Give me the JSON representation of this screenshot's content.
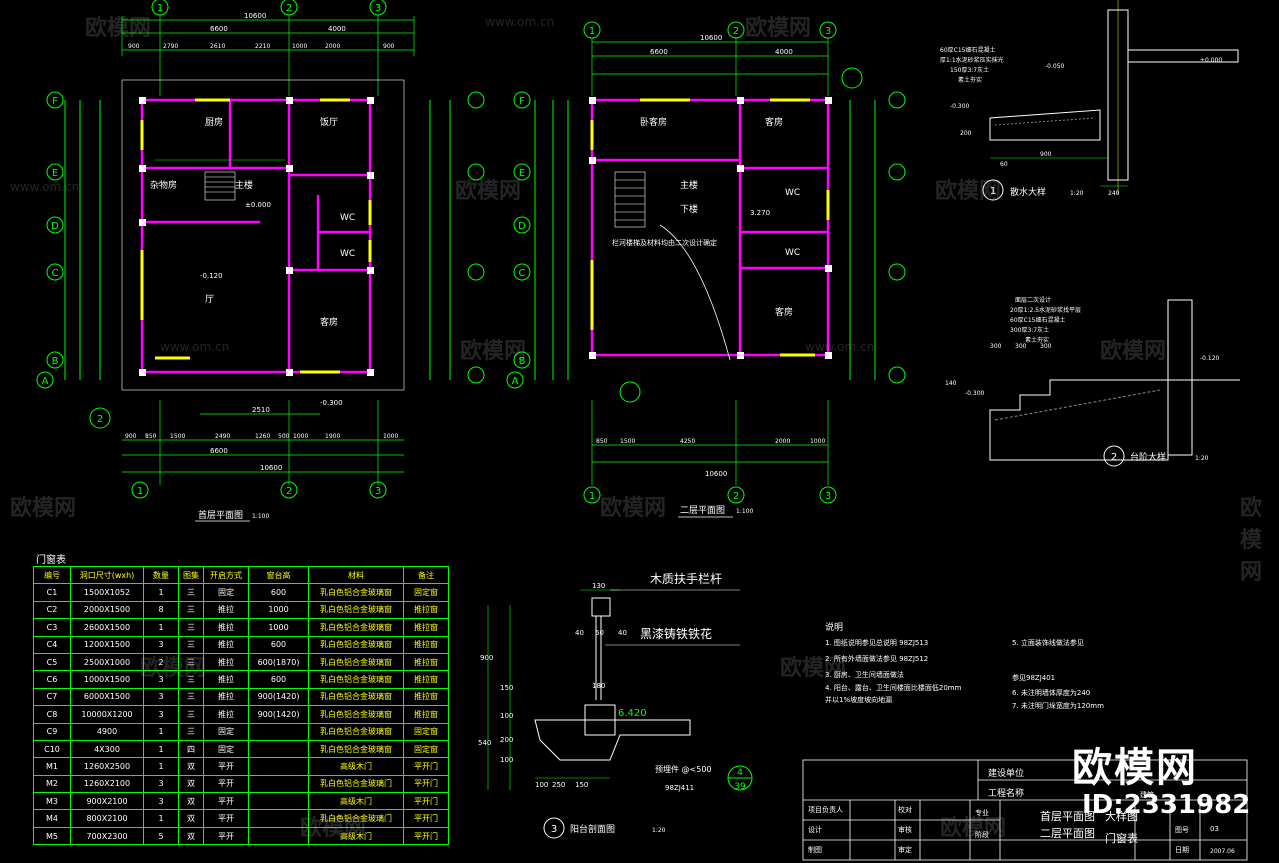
{
  "plans": {
    "first": {
      "title": "首层平面图",
      "scale": "1:100",
      "rooms": [
        "厨房",
        "饭厅",
        "杂物房",
        "主楼",
        "厅",
        "客房",
        "WC",
        "WC"
      ],
      "elev": [
        "±0.000",
        "-0.120",
        "-0.300"
      ],
      "dims_top_total": "10600",
      "dims_top_1": "6600",
      "dims_top_2": "4000",
      "dims_top_row": [
        "900",
        "2790",
        "2610",
        "2210",
        "1000",
        "2000",
        "900"
      ],
      "dims_bottom": [
        "900",
        "850",
        "1500",
        "2490",
        "1260",
        "500",
        "1000",
        "1900",
        "1000"
      ],
      "dims_bottom_1": "6600",
      "dims_bottom_2": "10600",
      "dims_mid": "2510",
      "axes": [
        "1",
        "2",
        "3",
        "F",
        "E",
        "D",
        "C",
        "B",
        "A"
      ],
      "note_label": "2"
    },
    "second": {
      "title": "二层平面图",
      "scale": "1:100",
      "rooms": [
        "卧客房",
        "客房",
        "主楼",
        "下楼",
        "WC",
        "WC",
        "客房"
      ],
      "note": "栏河楼梯及材料均由二次设计确定",
      "elev": "3.270",
      "dims_top_total": "10600",
      "dims_top_1": "6600",
      "dims_top_2": "4000",
      "dims_bottom": [
        "850",
        "1500",
        "4250",
        "2000",
        "1000"
      ],
      "dims_bottom_total": "10600",
      "axes": [
        "1",
        "2",
        "3",
        "F",
        "E",
        "D",
        "C",
        "B",
        "A"
      ]
    }
  },
  "details": {
    "d1": {
      "title": "散水大样",
      "scale": "1:20",
      "num": "1",
      "notes": [
        "60厚C15细石混凝土",
        "厚1:1水泥砂浆压实抹光",
        "150厚3:7灰土",
        "素土夯实"
      ],
      "elev": [
        "±0.000",
        "-0.050",
        "-0.300"
      ],
      "dims": [
        "900",
        "240",
        "60",
        "200"
      ]
    },
    "d2": {
      "title": "台阶大样",
      "scale": "1:20",
      "num": "2",
      "notes": [
        "面层二次设计",
        "20厚1:2.5水泥砂浆找平层",
        "60厚C15细石混凝土",
        "300厚3:7灰土",
        "素土夯实"
      ],
      "elev": [
        "-0.120",
        "-0.300"
      ],
      "dims": [
        "300",
        "300",
        "300",
        "140"
      ]
    },
    "d3": {
      "title": "阳台剖面图",
      "scale": "1:20",
      "num": "3",
      "labels": [
        "木质扶手栏杆",
        "黑漆铸铁铁花",
        "预埋件 @<500"
      ],
      "ref": "98ZJ411",
      "ref_num": "4",
      "ref_sheet": "39",
      "elev": "6.420",
      "dims_v": [
        "900",
        "150",
        "100",
        "200",
        "100",
        "540"
      ],
      "dims_h": [
        "130",
        "40",
        "50",
        "40",
        "180",
        "100",
        "250",
        "150"
      ]
    }
  },
  "notes": {
    "title": "说明",
    "items": [
      "1. 图纸说明参见总说明 98ZJ513",
      "2. 所有外墙面做法参见 98ZJ512",
      "3. 厨房、卫生间墙面做法",
      "4. 阳台、露台、卫生间楼面比楼面低20mm",
      "   并以1%坡度坡向地漏",
      "5. 立面装饰线做法参见",
      "   参见98ZJ401",
      "6. 未注明墙体厚度为240",
      "7. 未注明门垛宽度为120mm"
    ]
  },
  "door_table": {
    "title": "门窗表",
    "headers": [
      "编号",
      "洞口尺寸(wxh)",
      "数量",
      "图集",
      "开启方式",
      "窗台高",
      "材料",
      "备注"
    ],
    "rows": [
      [
        "C1",
        "1500X1052",
        "1",
        "三",
        "固定",
        "600",
        "乳白色铝合金玻璃窗",
        "固定窗"
      ],
      [
        "C2",
        "2000X1500",
        "8",
        "三",
        "推拉",
        "1000",
        "乳白色铝合金玻璃窗",
        "推拉窗"
      ],
      [
        "C3",
        "2600X1500",
        "1",
        "三",
        "推拉",
        "1000",
        "乳白色铝合金玻璃窗",
        "推拉窗"
      ],
      [
        "C4",
        "1200X1500",
        "3",
        "三",
        "推拉",
        "600",
        "乳白色铝合金玻璃窗",
        "推拉窗"
      ],
      [
        "C5",
        "2500X1000",
        "2",
        "三",
        "推拉",
        "600(1870)",
        "乳白色铝合金玻璃窗",
        "推拉窗"
      ],
      [
        "C6",
        "1000X1500",
        "3",
        "三",
        "推拉",
        "600",
        "乳白色铝合金玻璃窗",
        "推拉窗"
      ],
      [
        "C7",
        "6000X1500",
        "3",
        "三",
        "推拉",
        "900(1420)",
        "乳白色铝合金玻璃窗",
        "推拉窗"
      ],
      [
        "C8",
        "10000X1200",
        "3",
        "三",
        "推拉",
        "900(1420)",
        "乳白色铝合金玻璃窗",
        "推拉窗"
      ],
      [
        "C9",
        "4900",
        "1",
        "三",
        "固定",
        "",
        "乳白色铝合金玻璃窗",
        "固定窗"
      ],
      [
        "C10",
        "4X300",
        "1",
        "四",
        "固定",
        "",
        "乳白色铝合金玻璃窗",
        "固定窗"
      ],
      [
        "M1",
        "1260X2500",
        "1",
        "双",
        "平开",
        "",
        "高级木门",
        "平开门"
      ],
      [
        "M2",
        "1260X2100",
        "3",
        "双",
        "平开",
        "",
        "乳白色铝合金玻璃门",
        "平开门"
      ],
      [
        "M3",
        "900X2100",
        "3",
        "双",
        "平开",
        "",
        "高级木门",
        "平开门"
      ],
      [
        "M4",
        "800X2100",
        "1",
        "双",
        "平开",
        "",
        "乳白色铝合金玻璃门",
        "平开门"
      ],
      [
        "M5",
        "700X2300",
        "5",
        "双",
        "平开",
        "",
        "高级木门",
        "平开门"
      ]
    ]
  },
  "title_block": {
    "company": "建设单位",
    "project": "工程名称",
    "items": [
      "项目负责人",
      "设计",
      "制图"
    ],
    "checks": [
      "校对",
      "审核",
      "审定"
    ],
    "drawing_name_1": "首层平面图",
    "drawing_name_2": "二层平面图",
    "drawing_name_3": "大样图",
    "drawing_name_4": "门窗表",
    "sheet_label": "图号",
    "date_label": "日期",
    "date": "2007.06",
    "sheet": "03",
    "dept": "建筑",
    "col": "专业",
    "col2": "阶段"
  },
  "watermark": {
    "brand": "欧模网",
    "url": "www.om.cn",
    "id": "ID:2331982"
  },
  "colors": {
    "wall": "#ff00ff",
    "dim": "#00ff00",
    "axis": "#00ff00",
    "text": "#ffffff",
    "window": "#ffff00",
    "bg": "#000000"
  }
}
